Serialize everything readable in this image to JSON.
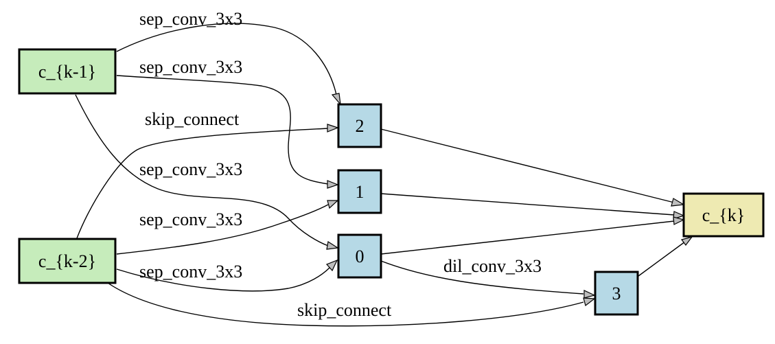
{
  "colors": {
    "input_node": "#c6ecbb",
    "intermediate_node": "#b6d9e6",
    "output_node": "#eeeab2",
    "edge": "#000000",
    "arrowhead": "#bdbdbd"
  },
  "nodes": {
    "ck1": {
      "label": "c_{k-1}",
      "kind": "input"
    },
    "ck2": {
      "label": "c_{k-2}",
      "kind": "input"
    },
    "n0": {
      "label": "0",
      "kind": "intermediate"
    },
    "n1": {
      "label": "1",
      "kind": "intermediate"
    },
    "n2": {
      "label": "2",
      "kind": "intermediate"
    },
    "n3": {
      "label": "3",
      "kind": "intermediate"
    },
    "ck": {
      "label": "c_{k}",
      "kind": "output"
    }
  },
  "edges": [
    {
      "id": "e1",
      "from": "c_{k-1}",
      "to": "2",
      "label": "sep_conv_3x3"
    },
    {
      "id": "e2",
      "from": "c_{k-1}",
      "to": "1",
      "label": "sep_conv_3x3"
    },
    {
      "id": "e3",
      "from": "c_{k-2}",
      "to": "2",
      "label": "skip_connect"
    },
    {
      "id": "e4",
      "from": "c_{k-1}",
      "to": "0",
      "label": "sep_conv_3x3"
    },
    {
      "id": "e5",
      "from": "c_{k-2}",
      "to": "1",
      "label": "sep_conv_3x3"
    },
    {
      "id": "e6",
      "from": "c_{k-2}",
      "to": "0",
      "label": "sep_conv_3x3"
    },
    {
      "id": "e7",
      "from": "0",
      "to": "3",
      "label": "dil_conv_3x3"
    },
    {
      "id": "e8",
      "from": "c_{k-2}",
      "to": "3",
      "label": "skip_connect"
    },
    {
      "id": "e9",
      "from": "2",
      "to": "c_{k}",
      "label": ""
    },
    {
      "id": "e10",
      "from": "1",
      "to": "c_{k}",
      "label": ""
    },
    {
      "id": "e11",
      "from": "0",
      "to": "c_{k}",
      "label": ""
    },
    {
      "id": "e12",
      "from": "3",
      "to": "c_{k}",
      "label": ""
    }
  ]
}
